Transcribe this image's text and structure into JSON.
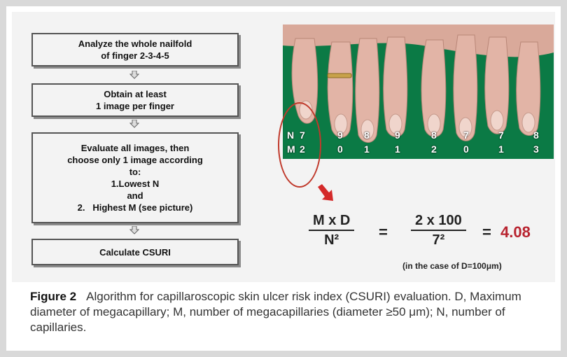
{
  "flowchart": {
    "steps": [
      {
        "lines": [
          "Analyze the whole nailfold",
          "of finger 2-3-4-5"
        ]
      },
      {
        "lines": [
          "Obtain at least",
          "1 image per finger"
        ]
      },
      {
        "lines": [
          "Evaluate all images, then",
          "choose only 1 image according",
          "to:",
          "1.Lowest N",
          "and",
          "2.   Highest M (see picture)"
        ]
      },
      {
        "lines": [
          "Calculate CSURI"
        ]
      }
    ]
  },
  "photo": {
    "n_label": "N",
    "m_label": "M",
    "n_values": [
      "7",
      "9",
      "8",
      "9",
      "8",
      "7",
      "7",
      "8"
    ],
    "m_values": [
      "2",
      "0",
      "1",
      "1",
      "2",
      "0",
      "1",
      "3"
    ]
  },
  "formula": {
    "left_num": "M x D",
    "left_den": "N²",
    "eq1": "=",
    "mid_num": "2 x 100",
    "mid_den": "7²",
    "eq2": "=",
    "result": "4.08",
    "note": "(in the case of D=100μm)"
  },
  "caption": {
    "label": "Figure 2",
    "text": "Algorithm for capillaroscopic skin ulcer risk index (CSURI) evaluation. D, Maximum diameter of megacapillary; M, number of megacapillaries (diameter ≥50 μm); N, number of capillaries."
  },
  "colors": {
    "accent": "#b8232f",
    "photo_bg": "#0b7a45"
  }
}
